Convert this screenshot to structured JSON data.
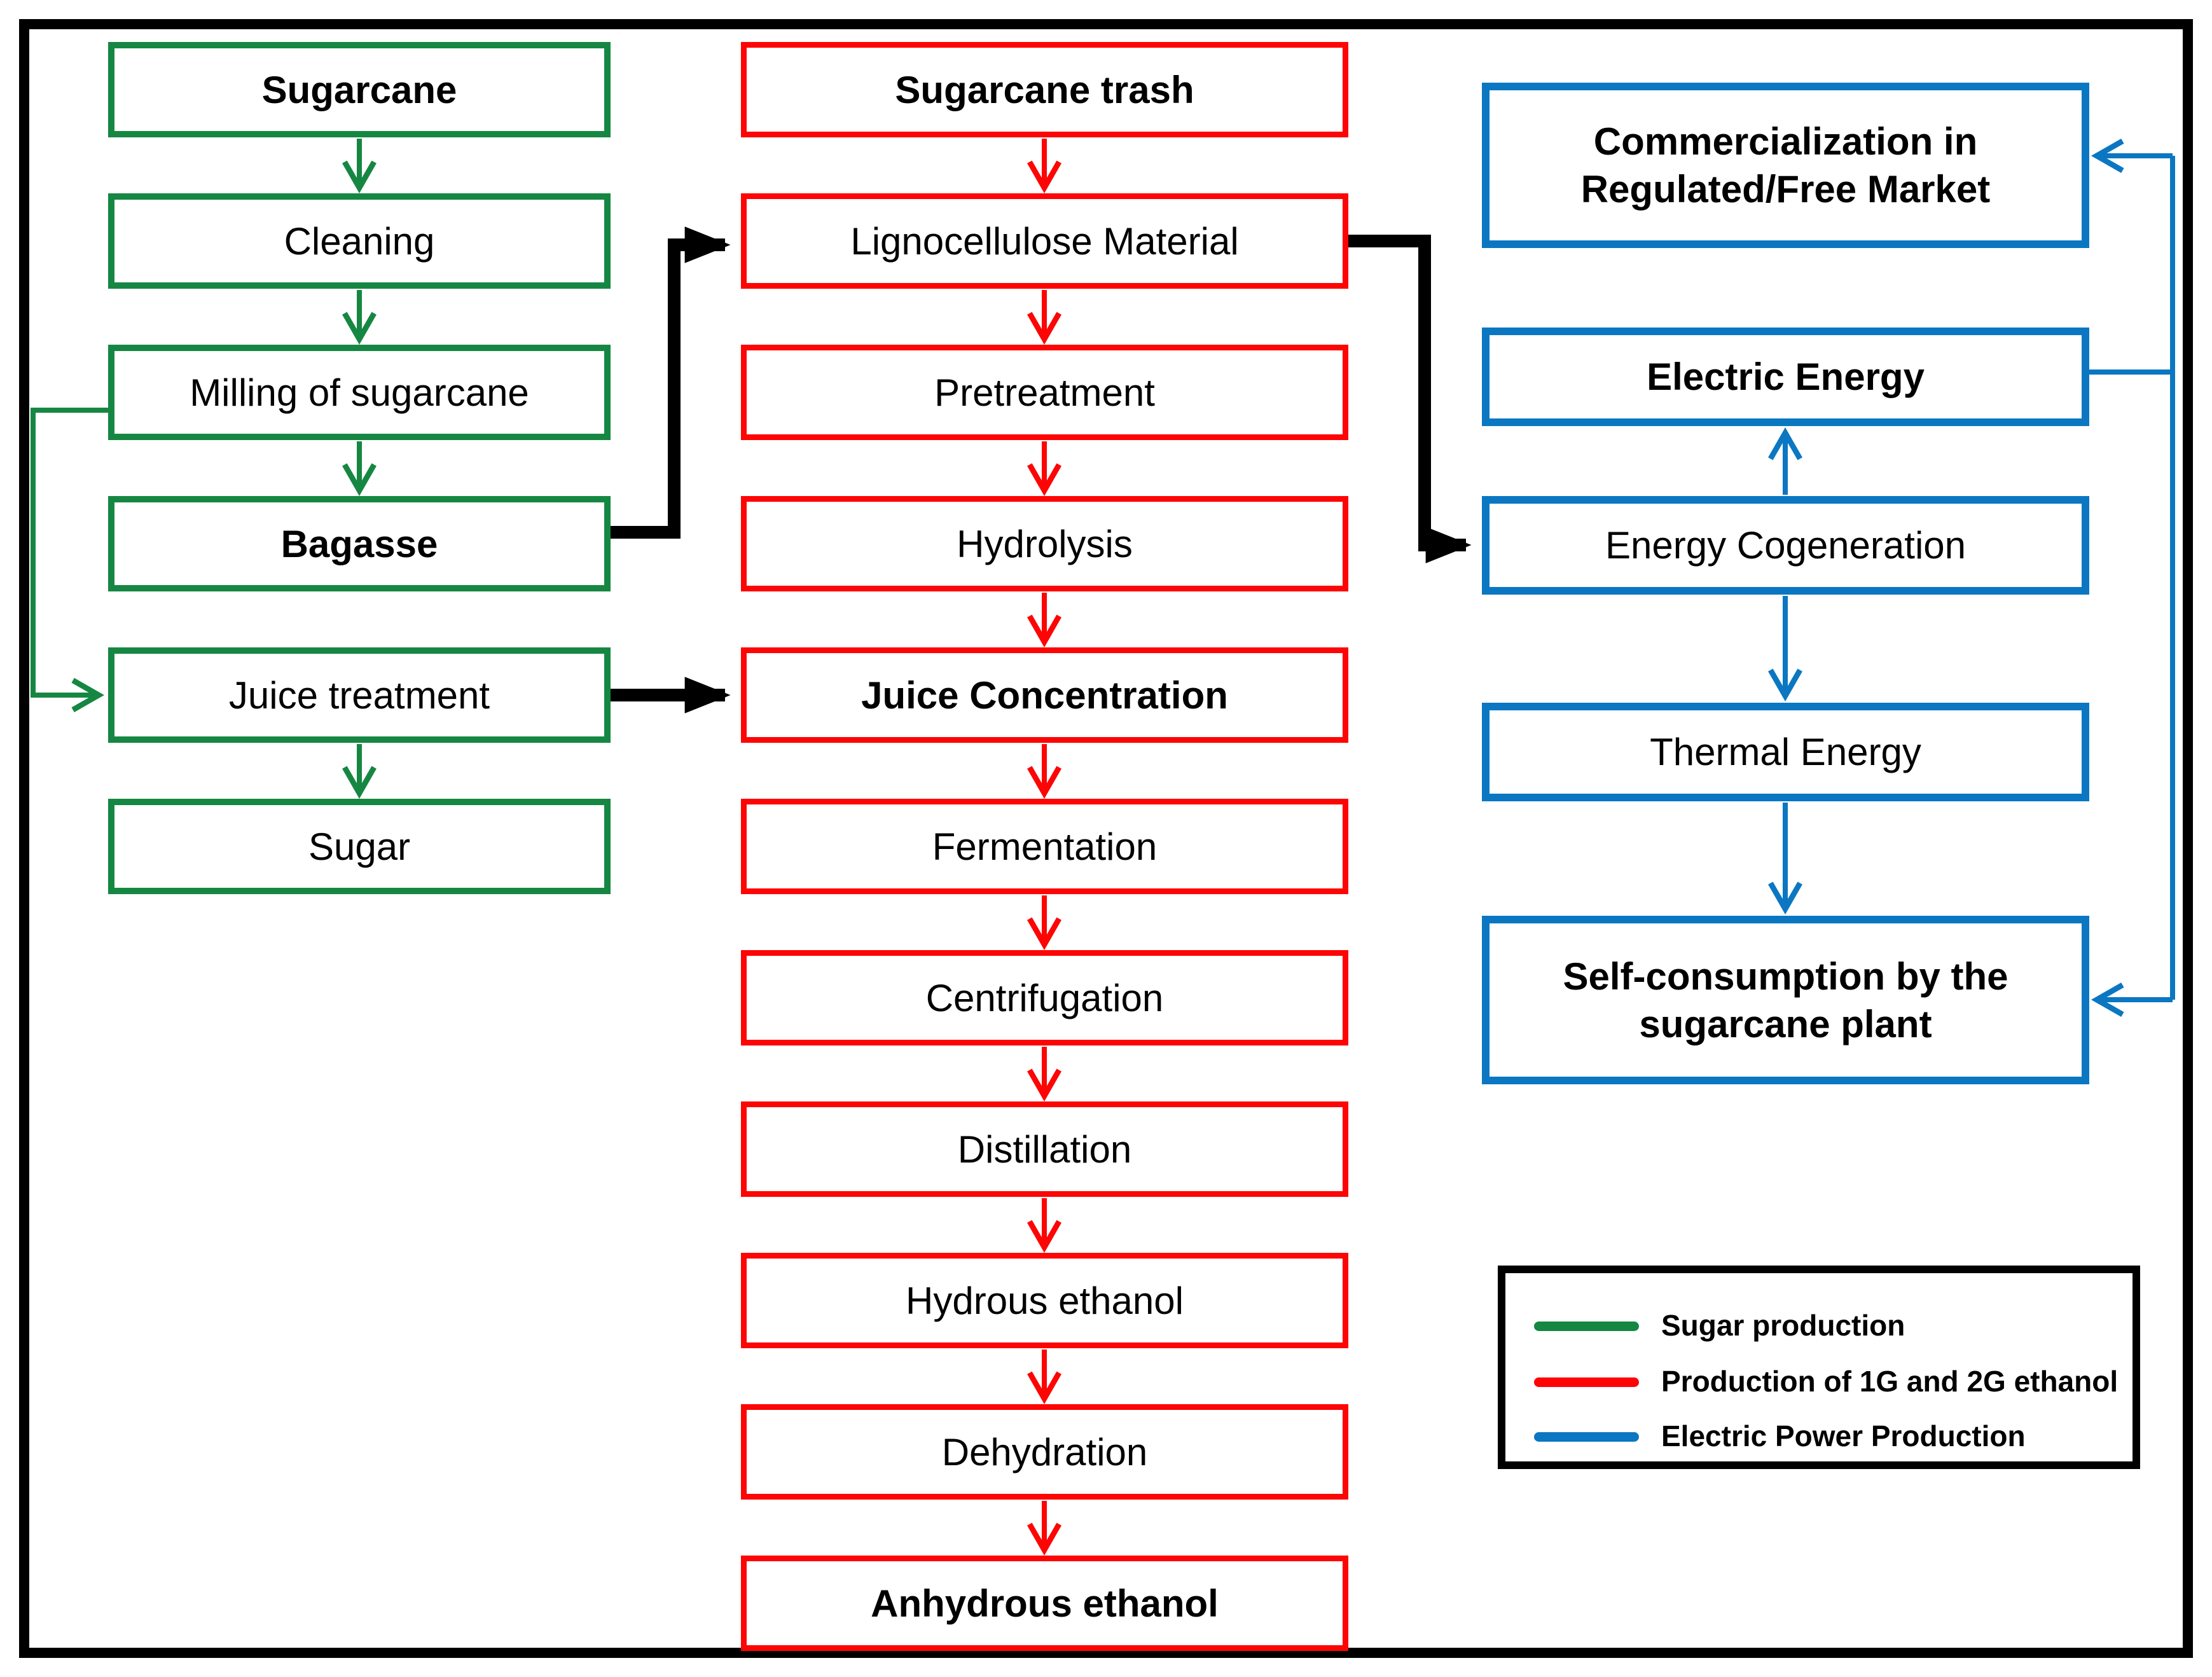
{
  "colors": {
    "green": "#168742",
    "red": "#fe0505",
    "blue": "#0b77c2",
    "line_black": "#000000"
  },
  "diagram": {
    "sugar_line": [
      {
        "label": "Sugarcane"
      },
      {
        "label": "Cleaning"
      },
      {
        "label": "Milling of sugarcane"
      },
      {
        "label": "Bagasse"
      },
      {
        "label": "Juice treatment"
      },
      {
        "label": "Sugar"
      }
    ],
    "ethanol_line": [
      {
        "label": "Sugarcane trash"
      },
      {
        "label": "Lignocellulose Material"
      },
      {
        "label": "Pretreatment"
      },
      {
        "label": "Hydrolysis"
      },
      {
        "label": "Juice Concentration"
      },
      {
        "label": "Fermentation"
      },
      {
        "label": "Centrifugation"
      },
      {
        "label": "Distillation"
      },
      {
        "label": "Hydrous ethanol"
      },
      {
        "label": "Dehydration"
      },
      {
        "label": "Anhydrous ethanol"
      }
    ],
    "power_line": [
      {
        "label": "Commercialization in Regulated/Free Market"
      },
      {
        "label": "Electric Energy"
      },
      {
        "label": "Energy Cogeneration"
      },
      {
        "label": "Thermal Energy"
      },
      {
        "label": "Self-consumption by the sugarcane plant"
      }
    ]
  },
  "legend": {
    "items": [
      {
        "label": "Sugar production",
        "color_key": "green"
      },
      {
        "label": "Production of 1G and 2G ethanol",
        "color_key": "red"
      },
      {
        "label": "Electric Power Production",
        "color_key": "blue"
      }
    ]
  }
}
